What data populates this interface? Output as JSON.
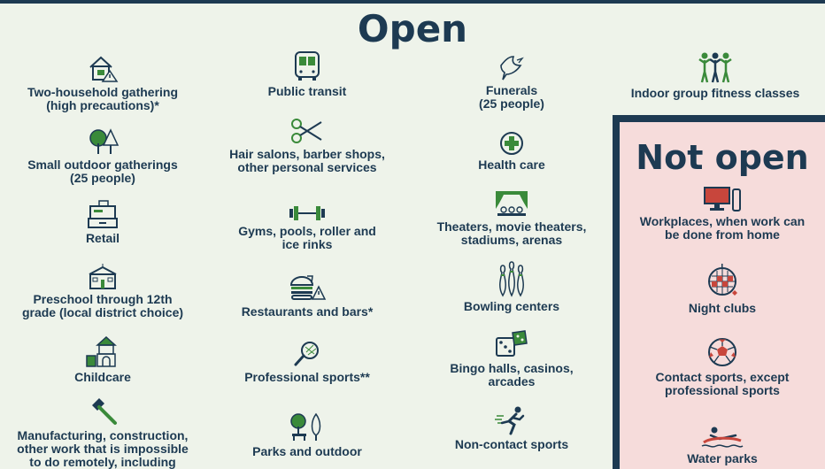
{
  "title": "Open",
  "open": {
    "col1": [
      {
        "icon": "house-warning-icon",
        "label": "Two-household gathering\n(high precautions)*"
      },
      {
        "icon": "trees-icon",
        "label": "Small outdoor gatherings\n(25 people)"
      },
      {
        "icon": "cash-register-icon",
        "label": "Retail"
      },
      {
        "icon": "school-building-icon",
        "label": "Preschool through 12th\ngrade (local district choice)"
      },
      {
        "icon": "building-blocks-icon",
        "label": "Childcare"
      },
      {
        "icon": "hammer-icon",
        "label": "Manufacturing, construction,\nother work that is impossible\nto do remotely, including"
      }
    ],
    "col2": [
      {
        "icon": "bus-icon",
        "label": "Public transit"
      },
      {
        "icon": "scissors-icon",
        "label": "Hair salons, barber shops,\nother personal services"
      },
      {
        "icon": "dumbbell-icon",
        "label": "Gyms, pools, roller and\nice rinks"
      },
      {
        "icon": "burger-drink-warning-icon",
        "label": "Restaurants and bars*"
      },
      {
        "icon": "tennis-racket-icon",
        "label": "Professional sports**"
      },
      {
        "icon": "park-tree-bench-icon",
        "label": "Parks and outdoor"
      }
    ],
    "col3": [
      {
        "icon": "dove-icon",
        "label": "Funerals\n(25 people)"
      },
      {
        "icon": "medical-cross-icon",
        "label": "Health care"
      },
      {
        "icon": "theater-stage-icon",
        "label": "Theaters, movie theaters,\nstadiums, arenas"
      },
      {
        "icon": "bowling-pins-icon",
        "label": "Bowling centers"
      },
      {
        "icon": "dice-icon",
        "label": "Bingo halls, casinos,\narcades"
      },
      {
        "icon": "runner-icon",
        "label": "Non-contact sports"
      }
    ],
    "col4": [
      {
        "icon": "group-fitness-icon",
        "label": "Indoor group fitness classes"
      }
    ]
  },
  "not_open": {
    "title": "Not open",
    "items": [
      {
        "icon": "computer-monitor-icon",
        "label": "Workplaces, when work can\nbe done from home"
      },
      {
        "icon": "disco-ball-icon",
        "label": "Night clubs"
      },
      {
        "icon": "soccer-ball-icon",
        "label": "Contact sports, except\nprofessional sports"
      },
      {
        "icon": "water-slide-icon",
        "label": "Water parks"
      }
    ]
  },
  "colors": {
    "navy": "#1d3a52",
    "green": "#3a8a3a",
    "red": "#c8463c",
    "open_bg": "#eef3ea",
    "not_open_bg": "#f6dcdb"
  }
}
